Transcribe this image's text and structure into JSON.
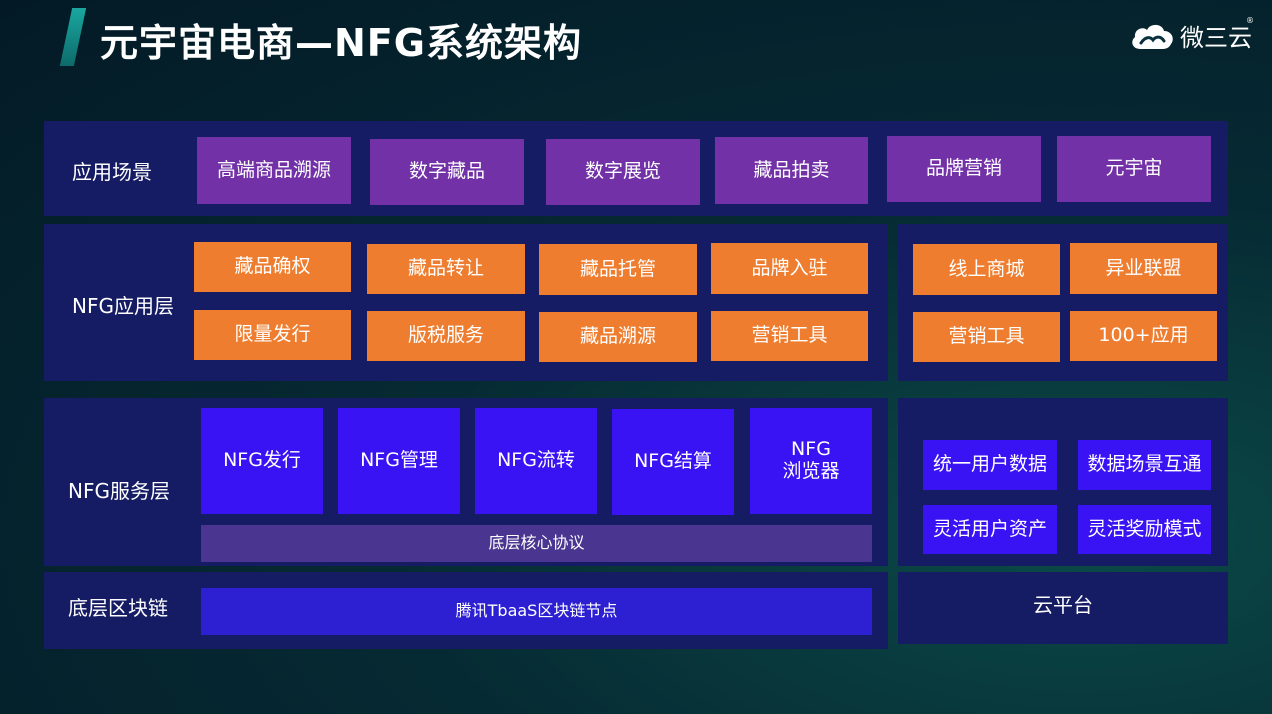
{
  "header": {
    "title": "元宇宙电商—NFG系统架构",
    "logo_text": "微三云",
    "logo_mark": "®"
  },
  "rows": {
    "scene": {
      "label": "应用场景",
      "items": [
        "高端商品溯源",
        "数字藏品",
        "数字展览",
        "藏品拍卖",
        "品牌营销",
        "元宇宙"
      ]
    },
    "app_layer": {
      "label": "NFG应用层",
      "items": [
        "藏品确权",
        "藏品转让",
        "藏品托管",
        "品牌入驻",
        "限量发行",
        "版税服务",
        "藏品溯源",
        "营销工具"
      ],
      "right_items": [
        "线上商城",
        "异业联盟",
        "营销工具",
        "100+应用"
      ]
    },
    "service_layer": {
      "label": "NFG服务层",
      "items": [
        "NFG发行",
        "NFG管理",
        "NFG流转",
        "NFG结算",
        "NFG\n浏览器"
      ],
      "protocol": "底层核心协议",
      "right_items": [
        "统一用户数据",
        "数据场景互通",
        "灵活用户资产",
        "灵活奖励模式"
      ]
    },
    "chain_layer": {
      "label": "底层区块链",
      "node": "腾讯TbaaS区块链节点",
      "cloud": "云平台"
    }
  },
  "colors": {
    "panel": "#151c64",
    "purple": "#7231a7",
    "orange": "#ee7d2f",
    "blue": "#3a13f5",
    "protocol": "#4a3590",
    "chain": "#2d20d3"
  }
}
